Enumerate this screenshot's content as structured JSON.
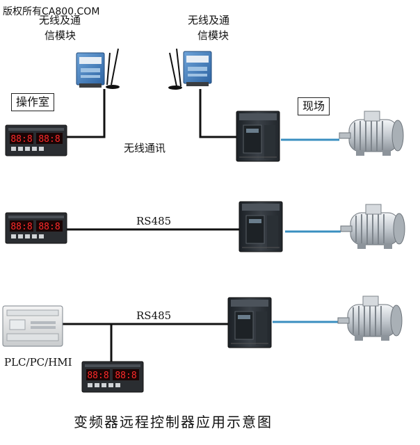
{
  "watermark": "版权所有CA800.COM",
  "labels": {
    "module_left_line1": "无线及通",
    "module_left_line2": "信模块",
    "module_right_line1": "无线及通",
    "module_right_line2": "信模块",
    "control_room": "操作室",
    "site": "现场",
    "wireless": "无线通讯",
    "rs485_row2": "RS485",
    "rs485_row3": "RS485",
    "plc": "PLC/PC/HMI"
  },
  "controller_display": {
    "left_digits": "88:8",
    "right_digits": "88:8"
  },
  "caption": "变频器远程控制器应用示意图",
  "colors": {
    "wire": "#111111",
    "motor_link": "#3a8fc0",
    "module_blue": "#3c78b8",
    "led_red": "#ff2a2a",
    "inverter": "#2d3238"
  }
}
